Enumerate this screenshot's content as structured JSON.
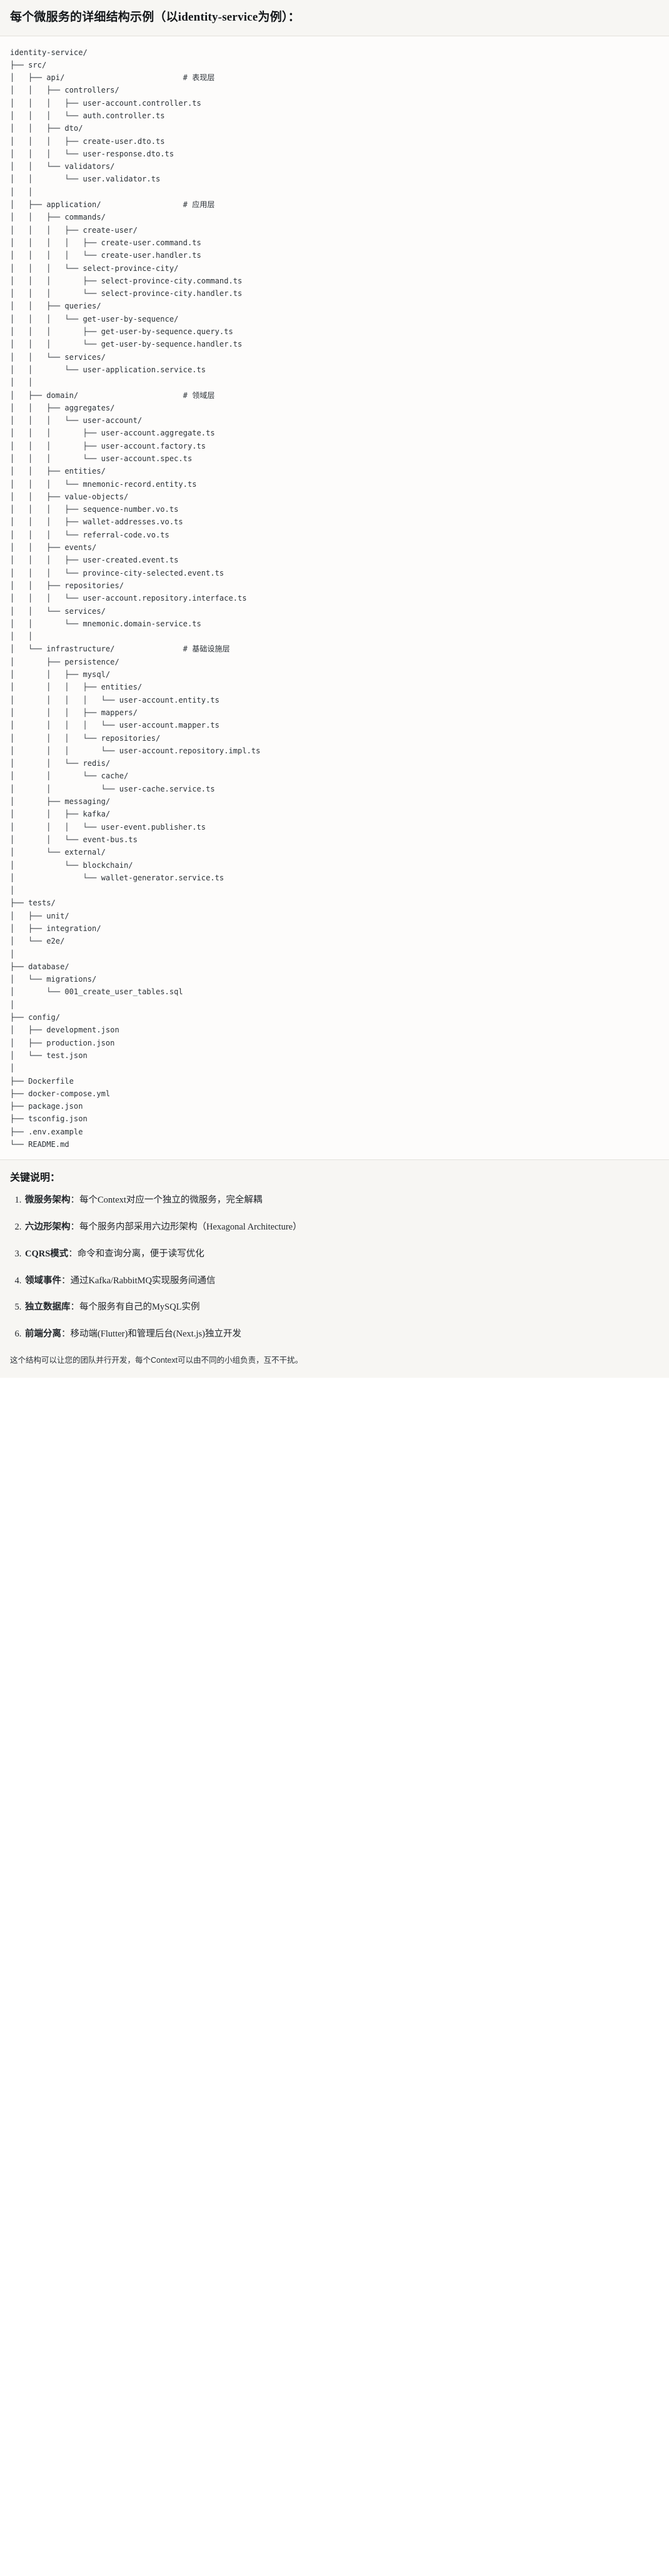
{
  "header": {
    "title": "每个微服务的详细结构示例（以identity-service为例）："
  },
  "tree": {
    "text": "identity-service/\n├── src/\n│   ├── api/                          # 表现层\n│   │   ├── controllers/\n│   │   │   ├── user-account.controller.ts\n│   │   │   └── auth.controller.ts\n│   │   ├── dto/\n│   │   │   ├── create-user.dto.ts\n│   │   │   └── user-response.dto.ts\n│   │   └── validators/\n│   │       └── user.validator.ts\n│   │\n│   ├── application/                  # 应用层\n│   │   ├── commands/\n│   │   │   ├── create-user/\n│   │   │   │   ├── create-user.command.ts\n│   │   │   │   └── create-user.handler.ts\n│   │   │   └── select-province-city/\n│   │   │       ├── select-province-city.command.ts\n│   │   │       └── select-province-city.handler.ts\n│   │   ├── queries/\n│   │   │   └── get-user-by-sequence/\n│   │   │       ├── get-user-by-sequence.query.ts\n│   │   │       └── get-user-by-sequence.handler.ts\n│   │   └── services/\n│   │       └── user-application.service.ts\n│   │\n│   ├── domain/                       # 领域层\n│   │   ├── aggregates/\n│   │   │   └── user-account/\n│   │   │       ├── user-account.aggregate.ts\n│   │   │       ├── user-account.factory.ts\n│   │   │       └── user-account.spec.ts\n│   │   ├── entities/\n│   │   │   └── mnemonic-record.entity.ts\n│   │   ├── value-objects/\n│   │   │   ├── sequence-number.vo.ts\n│   │   │   ├── wallet-addresses.vo.ts\n│   │   │   └── referral-code.vo.ts\n│   │   ├── events/\n│   │   │   ├── user-created.event.ts\n│   │   │   └── province-city-selected.event.ts\n│   │   ├── repositories/\n│   │   │   └── user-account.repository.interface.ts\n│   │   └── services/\n│   │       └── mnemonic.domain-service.ts\n│   │\n│   └── infrastructure/               # 基础设施层\n│       ├── persistence/\n│       │   ├── mysql/\n│       │   │   ├── entities/\n│       │   │   │   └── user-account.entity.ts\n│       │   │   ├── mappers/\n│       │   │   │   └── user-account.mapper.ts\n│       │   │   └── repositories/\n│       │   │       └── user-account.repository.impl.ts\n│       │   └── redis/\n│       │       └── cache/\n│       │           └── user-cache.service.ts\n│       ├── messaging/\n│       │   ├── kafka/\n│       │   │   └── user-event.publisher.ts\n│       │   └── event-bus.ts\n│       └── external/\n│           └── blockchain/\n│               └── wallet-generator.service.ts\n│\n├── tests/\n│   ├── unit/\n│   ├── integration/\n│   └── e2e/\n│\n├── database/\n│   └── migrations/\n│       └── 001_create_user_tables.sql\n│\n├── config/\n│   ├── development.json\n│   ├── production.json\n│   └── test.json\n│\n├── Dockerfile\n├── docker-compose.yml\n├── package.json\n├── tsconfig.json\n├── .env.example\n└── README.md"
  },
  "notes": {
    "heading": "关键说明：",
    "items": [
      {
        "term": "微服务架构",
        "sep": "：",
        "desc": "每个Context对应一个独立的微服务，完全解耦"
      },
      {
        "term": "六边形架构",
        "sep": "：",
        "desc": "每个服务内部采用六边形架构（Hexagonal Architecture）"
      },
      {
        "term": "CQRS模式",
        "sep": "：",
        "desc": "命令和查询分离，便于读写优化"
      },
      {
        "term": "领域事件",
        "sep": "：",
        "desc": "通过Kafka/RabbitMQ实现服务间通信"
      },
      {
        "term": "独立数据库",
        "sep": "：",
        "desc": "每个服务有自己的MySQL实例"
      },
      {
        "term": "前端分离",
        "sep": "：",
        "desc": "移动端(Flutter)和管理后台(Next.js)独立开发"
      }
    ],
    "closing": "这个结构可以让您的团队并行开发，每个Context可以由不同的小组负责，互不干扰。"
  },
  "colors": {
    "header_bg": "#f7f6f3",
    "code_bg": "#fdfcfb",
    "notes_bg": "#f7f6f3",
    "text": "#1f2328",
    "border": "#e3e1dc"
  }
}
